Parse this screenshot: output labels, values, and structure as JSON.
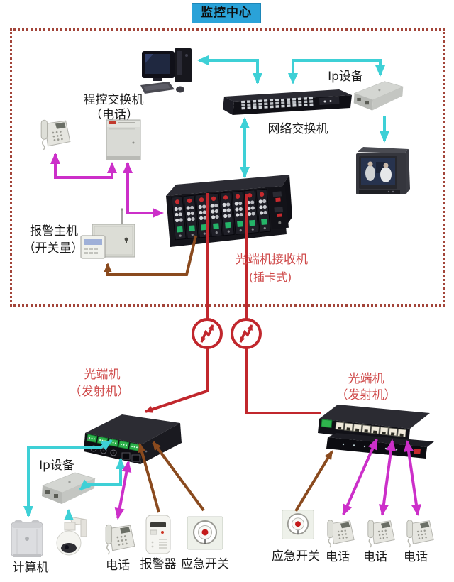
{
  "title": "监控中心",
  "labels": {
    "title": "监控中心",
    "pbx_line1": "程控交换机",
    "pbx_line2": "（电话）",
    "network_switch": "网络交换机",
    "ip_device": "Ip设备",
    "alarm_host_line1": "报警主机",
    "alarm_host_line2": "（开关量）",
    "receiver_line1": "光端机接收机",
    "receiver_line2": "(插卡式)",
    "transmitter_line1": "光端机",
    "transmitter_line2": "（发射机）",
    "computer": "计算机",
    "phone": "电话",
    "alarm_sounder": "报警器",
    "emergency_switch": "应急开关"
  },
  "colors": {
    "title_bg": "#2AA2D8",
    "dotted_border": "#A3453A",
    "arrow_cyan": "#3ED0D6",
    "arrow_magenta": "#CC2FC9",
    "arrow_brown": "#8A4A1E",
    "fiber_red": "#C1272D",
    "red_label_text": "#CF4A4A"
  },
  "icons": {
    "lightning_link": "red circle with double-arrow lightning bolt (optical fiber link symbol)",
    "lightning_count": 2
  },
  "edges": [
    {
      "id": "switch-to-pc",
      "from": "network-switch",
      "to": "monitoring-pc",
      "color": "cyan",
      "bidirectional": true
    },
    {
      "id": "switch-to-ip-top",
      "from": "network-switch",
      "to": "ip-device-top",
      "color": "cyan",
      "bidirectional": true
    },
    {
      "id": "ip-top-to-monitor",
      "from": "ip-device-top",
      "to": "video-monitor",
      "color": "cyan",
      "bidirectional": false
    },
    {
      "id": "switch-to-receiver",
      "from": "network-switch",
      "to": "optical-receiver",
      "color": "cyan",
      "bidirectional": true
    },
    {
      "id": "pbx-to-phone",
      "from": "pbx-switch",
      "to": "phone-top-left",
      "color": "magenta",
      "bidirectional": true
    },
    {
      "id": "pbx-to-receiver",
      "from": "pbx-switch",
      "to": "optical-receiver",
      "color": "magenta",
      "bidirectional": true
    },
    {
      "id": "receiver-to-alarm-host",
      "from": "optical-receiver",
      "to": "alarm-host",
      "color": "brown",
      "bidirectional": false
    },
    {
      "id": "receiver-to-tx-left",
      "from": "optical-receiver",
      "to": "transmitter-left",
      "color": "red",
      "bidirectional": false
    },
    {
      "id": "receiver-to-tx-right",
      "from": "optical-receiver",
      "to": "transmitter-right",
      "color": "red",
      "bidirectional": false
    },
    {
      "id": "tx-left-to-computer",
      "from": "transmitter-left",
      "to": "computer-tower",
      "color": "cyan",
      "bidirectional": true
    },
    {
      "id": "ip-bottom-to-tx-left",
      "from": "ip-device-bottom",
      "to": "transmitter-left",
      "color": "cyan",
      "bidirectional": true
    },
    {
      "id": "camera-to-ip-bottom",
      "from": "ptz-camera",
      "to": "ip-device-bottom",
      "color": "cyan",
      "bidirectional": false
    },
    {
      "id": "phone-bl-to-tx-left",
      "from": "phone-bottom-left",
      "to": "transmitter-left",
      "color": "magenta",
      "bidirectional": true
    },
    {
      "id": "sounder-to-tx-left",
      "from": "alarm-sounder",
      "to": "transmitter-left",
      "color": "brown",
      "bidirectional": false
    },
    {
      "id": "esw-left-to-tx-left",
      "from": "emergency-switch-left",
      "to": "transmitter-left",
      "color": "brown",
      "bidirectional": false
    },
    {
      "id": "esw-right-to-tx-right",
      "from": "emergency-switch-right",
      "to": "transmitter-right",
      "color": "brown",
      "bidirectional": false
    },
    {
      "id": "tx-right-to-phone1",
      "from": "transmitter-right",
      "to": "phone-right-1",
      "color": "magenta",
      "bidirectional": true
    },
    {
      "id": "tx-right-to-phone2",
      "from": "transmitter-right",
      "to": "phone-right-2",
      "color": "magenta",
      "bidirectional": true
    },
    {
      "id": "tx-right-to-phone3",
      "from": "transmitter-right",
      "to": "phone-right-3",
      "color": "magenta",
      "bidirectional": true
    }
  ]
}
